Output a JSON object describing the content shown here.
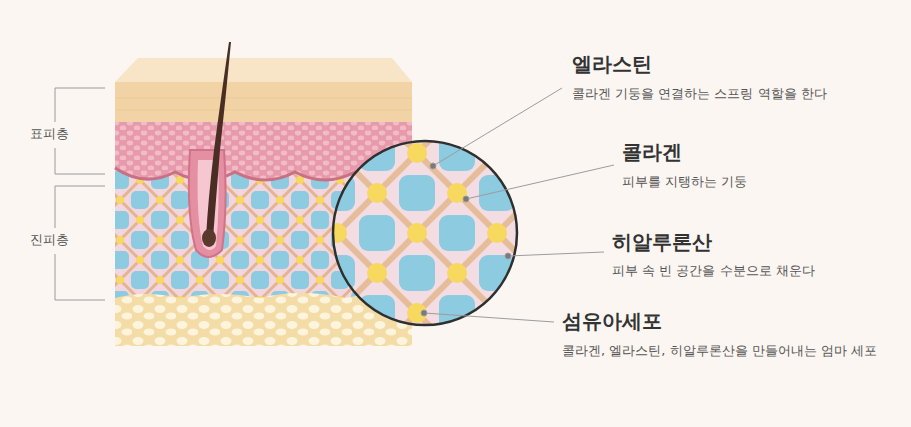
{
  "diagram": {
    "labels": [
      "표피층",
      "진피층",
      "엘라스틴",
      "콜라겐 기둥을 연결하는 스프링 역할을 한다",
      "콜라겐",
      "피부를 지탱하는 기둥",
      "히알루론산",
      "피부 속 빈 공간을 수분으로 채운다",
      "섬유아세포",
      "콜라겐, 엘라스틴, 히알루론산을 만들어내는 엄마 세포"
    ]
  }
}
